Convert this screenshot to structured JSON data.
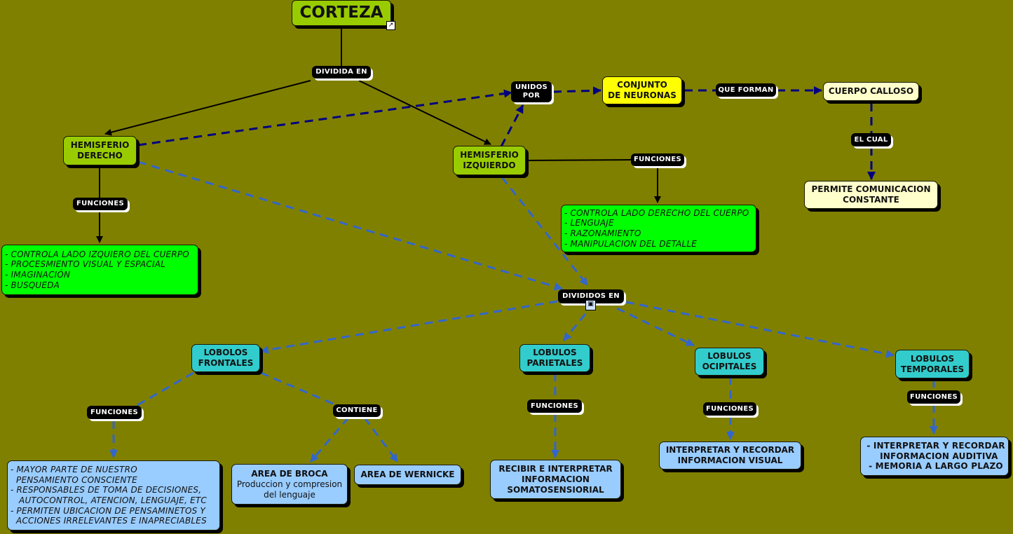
{
  "nodes": {
    "corteza": "CORTEZA",
    "hemisferio_derecho": "HEMISFERIO\nDERECHO",
    "hemisferio_izquierdo": "HEMISFERIO\nIZQUIERDO",
    "conjunto_neuronas": "CONJUNTO\nDE NEURONAS",
    "cuerpo_calloso": "CUERPO CALLOSO",
    "permite_comunicacion": "PERMITE COMUNICACION\nCONSTANTE",
    "funciones_derecho": "- CONTROLA LADO IZQUIERO DEL CUERPO\n- PROCESMIENTO VISUAL Y ESPACIAL\n- IMAGINACIÓN\n- BUSQUEDA",
    "funciones_izquierdo": "- CONTROLA LADO DERECHO DEL CUERPO\n- LENGUAJE\n- RAZONAMIENTO\n- MANIPULACION DEL DETALLE",
    "lobulos_frontales": "LOBOLOS\nFRONTALES",
    "lobulos_parietales": "LOBULOS\nPARIETALES",
    "lobulos_occipitales": "LOBULOS\nOCIPITALES",
    "lobulos_temporales": "LOBULOS\nTEMPORALES",
    "funciones_frontales": "- MAYOR PARTE DE NUESTRO\n  PENSAMIENTO CONSCIENTE\n- RESPONSABLES DE TOMA DE DECISIONES,\n   AUTOCONTROL, ATENCION, LENGUAJE, ETC\n- PERMITEN UBICACION DE PENSAMINETOS Y\n  ACCIONES IRRELEVANTES E INAPRECIABLES",
    "area_broca": "AREA DE BROCA",
    "area_broca_sub": "Produccion y compresion\ndel lenguaje",
    "area_wernicke": "AREA DE WERNICKE",
    "funciones_parietales": "RECIBIR E INTERPRETAR\nINFORMACION\nSOMATOSENSIORIAL",
    "funciones_occipitales": "INTERPRETAR Y RECORDAR\nINFORMACION VISUAL",
    "funciones_temporales": "- INTERPRETAR Y RECORDAR\n  INFORMACION AUDITIVA\n- MEMORIA A LARGO PLAZO"
  },
  "labels": {
    "dividida_en": "DIVIDIDA EN",
    "unidos_por": "UNIDOS\nPOR",
    "que_forman": "QUE FORMAN",
    "el_cual": "EL CUAL",
    "funciones_derecho": "FUNCIONES",
    "funciones_izquierdo": "FUNCIONES",
    "divididos_en": "DIVIDIDOS EN",
    "funciones_frontales": "FUNCIONES",
    "contiene": "CONTIENE",
    "funciones_parietales": "FUNCIONES",
    "funciones_occipitales": "FUNCIONES",
    "funciones_temporales": "FUNCIONES"
  },
  "icons": {
    "corteza_link": "shortcut-arrow-icon",
    "divididos_en_image": "image-icon"
  },
  "colors": {
    "background": "#808000",
    "solid_edge": "#000000",
    "navy_dashed_edge": "#000080",
    "blue_dashed_edge": "#3366cc"
  }
}
